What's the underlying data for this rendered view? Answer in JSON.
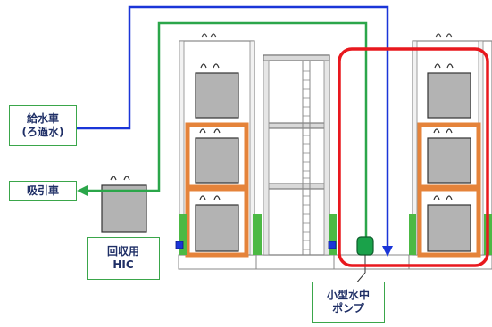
{
  "labels": {
    "water_truck_line1": "給水車",
    "water_truck_line2": "(ろ過水)",
    "suction_truck": "吸引車",
    "recovery_hic_line1": "回収用",
    "recovery_hic_line2": "HIC",
    "pump_line1": "小型水中",
    "pump_line2": "ポンプ"
  },
  "colors": {
    "supply_line": "#1a35d8",
    "suction_line": "#2ba64a",
    "highlight_box": "#e8181e",
    "frame_orange": "#e5833a",
    "container_gray": "#b3b3b3",
    "green_pad": "#4cb944",
    "label_text": "#1f2f66"
  }
}
